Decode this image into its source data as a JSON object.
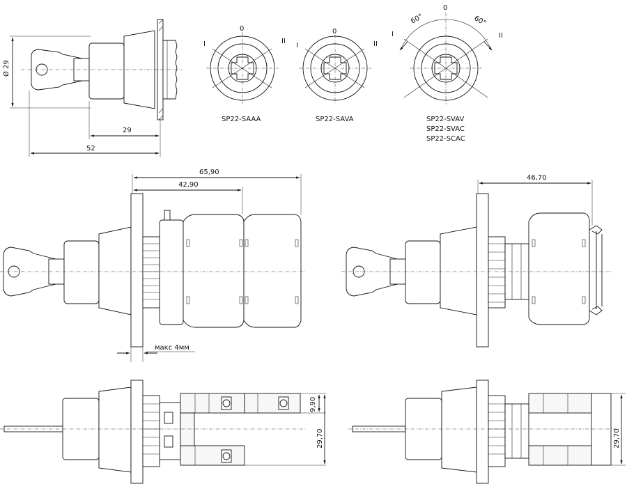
{
  "top_left_view": {
    "dim_diameter": "Ø 29",
    "dim_length_29": "29",
    "dim_length_52": "52"
  },
  "positions": {
    "zero": "0",
    "one": "I",
    "two": "II",
    "angle_left": "60°",
    "angle_right": "60°"
  },
  "variants": [
    {
      "label": "SP22-SAAA"
    },
    {
      "label": "SP22-SAVA"
    },
    {
      "label_lines": [
        "SP22-SVAV",
        "SP22-SVAC",
        "SP22-SCAC"
      ]
    }
  ],
  "middle_left_view": {
    "dim_65": "65,90",
    "dim_42": "42,90",
    "note_max": "макс 4мм"
  },
  "middle_right_view": {
    "dim_46": "46,70"
  },
  "bottom_left_view": {
    "dim_990": "9,90",
    "dim_2970": "29,70"
  },
  "bottom_right_view": {
    "dim_2970": "29,70"
  }
}
